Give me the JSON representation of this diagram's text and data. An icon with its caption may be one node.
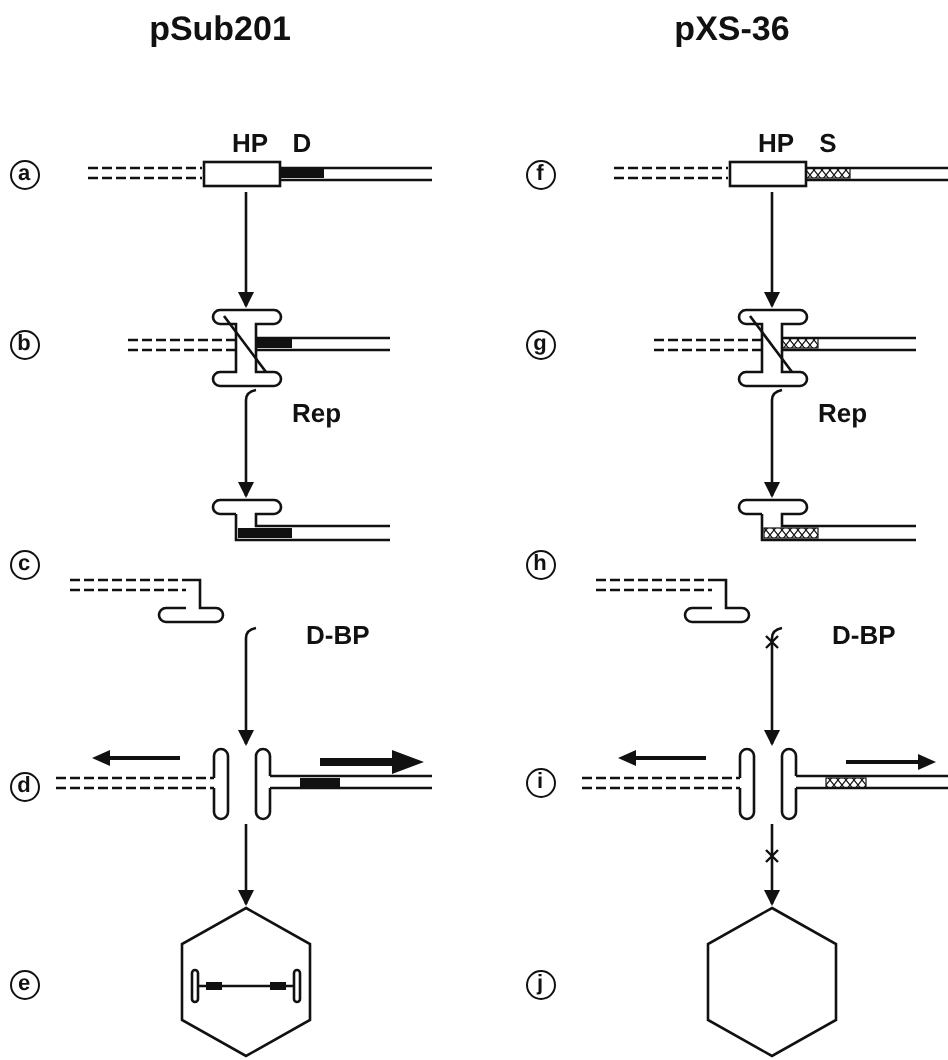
{
  "diagram": {
    "nodes": [
      {
        "text": [],
        "shape": "picture"
      },
      {
        "text": [],
        "shape": "picture"
      },
      {
        "text": [],
        "shape": "picture"
      },
      {
        "text": [],
        "shape": "picture"
      },
      {
        "text": [],
        "shape": "hexagon"
      },
      {
        "text": [],
        "shape": "picture"
      },
      {
        "text": [],
        "shape": "picture"
      },
      {
        "text": [],
        "shape": "picture"
      },
      {
        "text": [],
        "shape": "picture"
      },
      {
        "text": [],
        "shape": "hexagon"
      }
    ],
    "edges": [
      {
        "from": 0,
        "to": 1,
        "arrow": "to"
      },
      {
        "from": 1,
        "to": 2,
        "arrow": "to",
        "label": "Rep"
      },
      {
        "from": 2,
        "to": 3,
        "arrow": "to",
        "label": "D-BP"
      },
      {
        "from": 3,
        "to": 4,
        "arrow": "to"
      },
      {
        "from": 5,
        "to": 6,
        "arrow": "to"
      },
      {
        "from": 6,
        "to": 7,
        "arrow": "to",
        "label": "Rep"
      },
      {
        "from": 7,
        "to": 8,
        "arrow": "to",
        "label": "D-BP"
      },
      {
        "from": 8,
        "to": 9,
        "arrow": "to"
      }
    ],
    "labels": [
      "pSub201",
      "pXS-36",
      "a",
      "HP",
      "D",
      "f",
      "HP",
      "S",
      "b",
      "g",
      "c",
      "h",
      "d",
      "i",
      "e",
      "j"
    ]
  }
}
